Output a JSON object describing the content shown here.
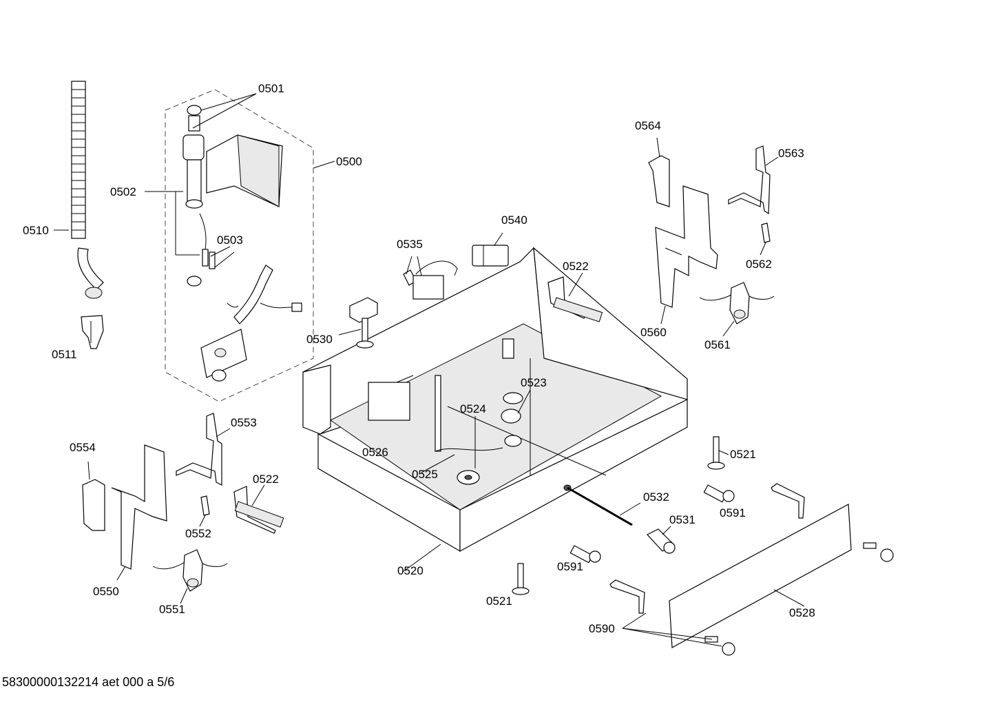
{
  "labels": {
    "p0500": "0500",
    "p0501": "0501",
    "p0502": "0502",
    "p0503": "0503",
    "p0510": "0510",
    "p0511": "0511",
    "p0520": "0520",
    "p0521a": "0521",
    "p0521b": "0521",
    "p0522a": "0522",
    "p0522b": "0522",
    "p0523": "0523",
    "p0524": "0524",
    "p0525": "0525",
    "p0526": "0526",
    "p0528": "0528",
    "p0530": "0530",
    "p0531": "0531",
    "p0532": "0532",
    "p0535": "0535",
    "p0540": "0540",
    "p0550": "0550",
    "p0551": "0551",
    "p0552": "0552",
    "p0553": "0553",
    "p0554": "0554",
    "p0560": "0560",
    "p0561": "0561",
    "p0562": "0562",
    "p0563": "0563",
    "p0564": "0564",
    "p0590": "0590",
    "p0591a": "0591",
    "p0591b": "0591"
  },
  "footer": "58300000132214 aet 000 a 5/6"
}
